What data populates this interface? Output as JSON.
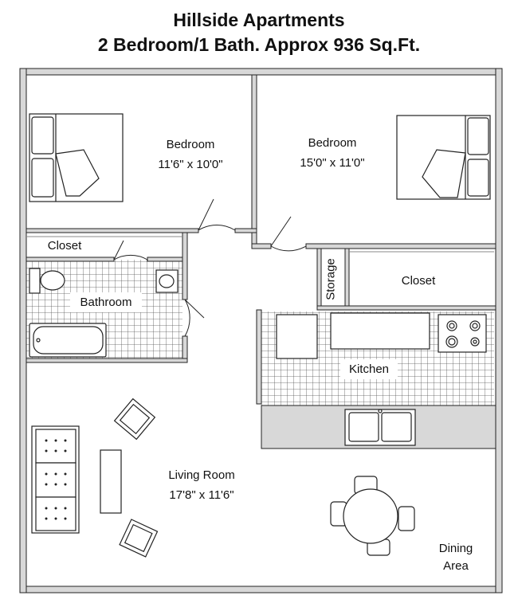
{
  "title": {
    "line1": "Hillside Apartments",
    "line2": "2 Bedroom/1 Bath. Approx 936 Sq.Ft."
  },
  "rooms": {
    "bedroom_left": {
      "name": "Bedroom",
      "size": "11'6\" x 10'0\""
    },
    "bedroom_right": {
      "name": "Bedroom",
      "size": "15'0\" x 11'0\""
    },
    "closet_left": {
      "name": "Closet"
    },
    "closet_right": {
      "name": "Closet"
    },
    "storage": {
      "name": "Storage"
    },
    "bathroom": {
      "name": "Bathroom"
    },
    "kitchen": {
      "name": "Kitchen"
    },
    "living_room": {
      "name": "Living Room",
      "size": "17'8\" x 11'6\""
    },
    "dining": {
      "name_line1": "Dining",
      "name_line2": "Area"
    }
  },
  "colors": {
    "wall_fill": "#d8d8d8",
    "wall_stroke": "#222222",
    "tile_grid": "#555555",
    "floor": "#ffffff"
  }
}
